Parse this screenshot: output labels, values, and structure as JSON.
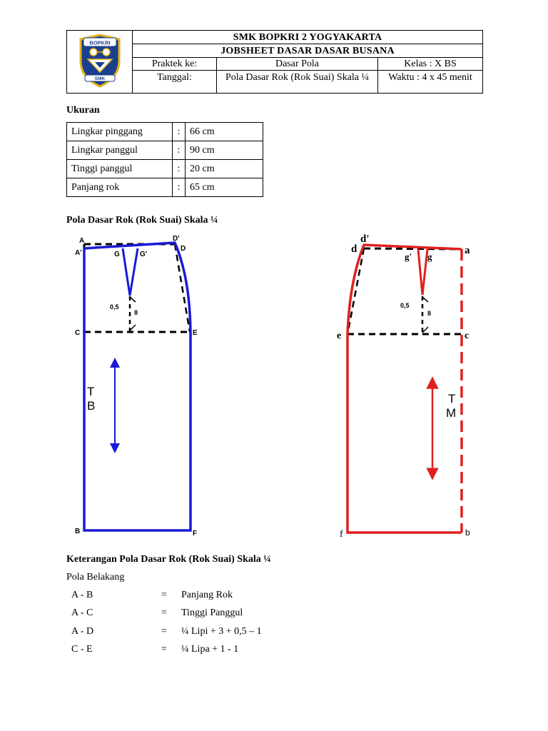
{
  "header": {
    "school": "SMK BOPKRI 2 YOGYAKARTA",
    "jobsheet": "JOBSHEET DASAR DASAR BUSANA",
    "praktek_label": "Praktek ke:",
    "subject": "Dasar Pola",
    "kelas": "Kelas : X BS",
    "tanggal_label": "Tanggal:",
    "topic": "Pola Dasar Rok (Rok Suai) Skala ¼",
    "waktu": "Waktu : 4 x 45 menit",
    "logo_text_top": "BOPKRI",
    "logo_text_bottom": "SMK"
  },
  "ukuran": {
    "title": "Ukuran",
    "rows": [
      {
        "label": "Lingkar pinggang",
        "sep": ":",
        "value": "66 cm"
      },
      {
        "label": "Lingkar panggul",
        "sep": ":",
        "value": "90 cm"
      },
      {
        "label": "Tinggi panggul",
        "sep": ":",
        "value": "20 cm"
      },
      {
        "label": "Panjang rok",
        "sep": ":",
        "value": "65 cm"
      }
    ]
  },
  "pattern": {
    "title": "Pola Dasar Rok (Rok Suai) Skala ¼",
    "colors": {
      "back": "#1a1ad6",
      "front": "#e02020",
      "guide": "#000000"
    },
    "back": {
      "points": {
        "A": "A",
        "A1": "A'",
        "D1": "D'",
        "D": "D",
        "G": "G",
        "G1": "G'",
        "C": "C",
        "E": "E",
        "B": "B",
        "F": "F"
      },
      "dart_width": "0,5",
      "dart_length": "8",
      "tag_line1": "T",
      "tag_line2": "B"
    },
    "front": {
      "points": {
        "d1": "d'",
        "d": "d",
        "g1": "g'",
        "g": "g",
        "a": "a",
        "e": "e",
        "c": "c",
        "f": "f",
        "b": "b"
      },
      "dart_width": "0,5",
      "dart_length": "8",
      "tag_line1": "T",
      "tag_line2": "M"
    }
  },
  "keterangan": {
    "title": "Keterangan Pola Dasar Rok (Rok Suai) Skala ¼",
    "subtitle": "Pola Belakang",
    "rows": [
      {
        "a": "A - B",
        "eq": "=",
        "v": "Panjang Rok"
      },
      {
        "a": "A - C",
        "eq": "=",
        "v": "Tinggi Panggul"
      },
      {
        "a": "A - D",
        "eq": "=",
        "v": "¼ Lipi + 3 + 0,5 – 1"
      },
      {
        "a": "C - E",
        "eq": "=",
        "v": "¼ Lipa + 1 - 1"
      }
    ]
  }
}
